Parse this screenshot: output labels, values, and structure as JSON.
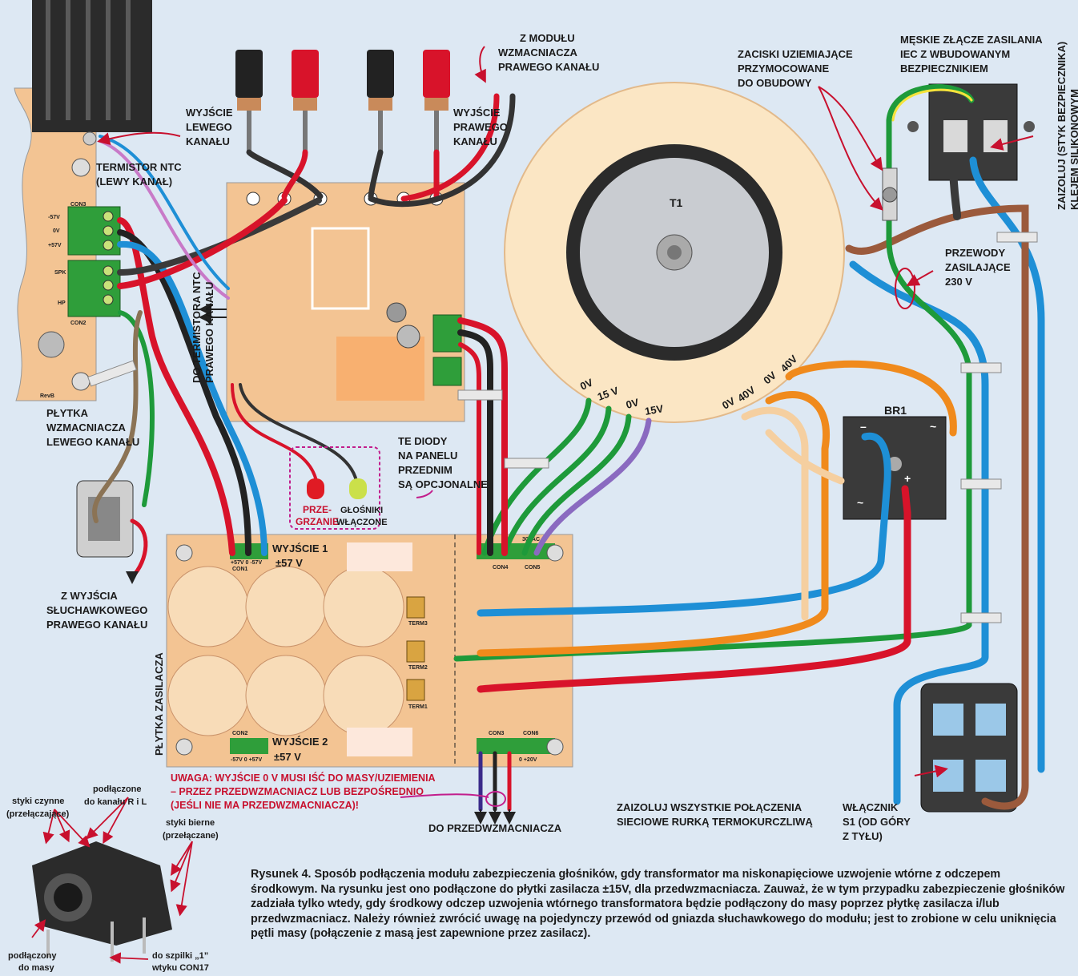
{
  "labels": {
    "z_modulu": [
      "Z MODUŁU",
      "WZMACNIACZA",
      "PRAWEGO KANAŁU"
    ],
    "wyjscie_lewego": [
      "WYJŚCIE",
      "LEWEGO",
      "KANAŁU"
    ],
    "wyjscie_prawego": [
      "WYJŚCIE",
      "PRAWEGO",
      "KANAŁU"
    ],
    "termistor_ntc": [
      "TERMISTOR NTC",
      "(LEWY KANAŁ)"
    ],
    "zaciski": [
      "ZACISKI UZIEMIAJĄCE",
      "PRZYMOCOWANE",
      "DO OBUDOWY"
    ],
    "meskie_zlacze": [
      "MĘSKIE ZŁĄCZE ZASILANIA",
      "IEC Z WBUDOWANYM",
      "BEZPIECZNIKIEM"
    ],
    "zaizoluj_styk": [
      "ZAIZOLUJ (STYK BEZPIECZNIKA)",
      "KLEJEM SILIKONOWYM"
    ],
    "t1": "T1",
    "przewody": [
      "PRZEWODY",
      "ZASILAJĄCE",
      "230 V"
    ],
    "do_termistora": [
      "DO TERMISTORA NTC",
      "PRAWEGO KANAŁU"
    ],
    "plytka_wzmacniacza": [
      "PŁYTKA",
      "WZMACNIACZA",
      "LEWEGO KANAŁU"
    ],
    "te_diody": [
      "TE DIODY",
      "NA PANELU",
      "PRZEDNIM",
      "SĄ OPCJONALNE"
    ],
    "przegrzanie": [
      "PRZE-",
      "GRZANIE"
    ],
    "glosniki_wlaczone": [
      "GŁOŚNIKI",
      "WŁĄCZONE"
    ],
    "br1": "BR1",
    "taps": [
      "0V",
      "15 V",
      "0V",
      "15V",
      "0V",
      "40V",
      "0V",
      "40V"
    ],
    "z_wyjscia": [
      "Z WYJŚCIA",
      "SŁUCHAWKOWEGO",
      "PRAWEGO KANAŁU"
    ],
    "wyjscie1": [
      "WYJŚCIE 1",
      "±57 V"
    ],
    "wyjscie2": [
      "WYJŚCIE 2",
      "±57 V"
    ],
    "plytka_zasilacza": "PŁYTKA ZASILACZA",
    "uwaga": [
      "UWAGA: WYJŚCIE 0 V MUSI IŚĆ DO MASY/UZIEMIENIA",
      "– PRZEZ PRZEDWZMACNIACZ LUB BEZPOŚREDNIO",
      "(JEŚLI NIE MA PRZEDWZMACNIACZA)!"
    ],
    "do_przedwzmacniacza": "DO PRZEDWZMACNIACZA",
    "zaizoluj_wszystkie": [
      "ZAIZOLUJ WSZYSTKIE POŁĄCZENIA",
      "SIECIOWE RURKĄ TERMOKURCZLIWĄ"
    ],
    "wlacznik": [
      "WŁĄCZNIK",
      "S1 (OD GÓRY",
      "Z TYŁU)"
    ],
    "styki_czynne": [
      "styki czynne",
      "(przełączające)"
    ],
    "podlaczone_kanalu": [
      "podłączone",
      "do kanału R i L"
    ],
    "styki_bierne": [
      "styki bierne",
      "(przełączane)"
    ],
    "podlaczony_masy": [
      "podłączony",
      "do masy"
    ],
    "do_szpilki": [
      "do szpilki „1”",
      "wtyku CON17"
    ],
    "plus_sign": "+",
    "minus_sign": "–",
    "tilde": "~"
  },
  "board_text": {
    "con_n3": "CON3",
    "con_n2": "CON2",
    "m57": "-57V",
    "zero": "0V",
    "p57": "+57V",
    "spk": "SPK",
    "hp": "HP",
    "revb": "RevB",
    "con_n1": "CON1",
    "con_n1_pins": "+57V 0 -57V",
    "con_n2b": "CON2",
    "con_n2b_pins": "-57V 0 +57V",
    "con_n4": "CON4",
    "con_n5": "CON5",
    "vac30": "30VAC",
    "con_n3b": "CON3",
    "con_n6": "CON6",
    "v20": "0 +20V",
    "term1": "TERM1",
    "term2": "TERM2",
    "term3": "TERM3"
  },
  "caption": "Rysunek 4. Sposób podłączenia modułu zabezpieczenia głośników, gdy transformator ma niskonapięciowe uzwojenie wtórne z odczepem środkowym. Na rysunku jest ono podłączone do płytki zasilacza ±15V, dla przedwzmacniacza. Zauważ, że w tym przypadku zabezpieczenie głośników zadziała tylko wtedy, gdy środkowy odczep uzwojenia wtórnego transformatora będzie podłączony do masy poprzez płytkę zasilacza i/lub przedwzmacniacz. Należy również zwrócić uwagę na pojedynczy przewód od gniazda słuchawkowego do modułu; jest to zrobione w celu uniknięcia pętli masy (połączenie z masą jest zapewnione przez zasilacz).",
  "colors": {
    "background": "#dde8f3",
    "board": "#f3c493",
    "board_light": "#f8dcb8",
    "toroid": "#fbe6c4",
    "red_wire": "#d8132a",
    "blue_wire": "#1e8fd6",
    "green_wire": "#1e9a3a",
    "brown_wire": "#9b5a3c",
    "orange_wire": "#f08a1c",
    "purple_wire": "#8a6ac0",
    "label_red": "#c8102e"
  }
}
